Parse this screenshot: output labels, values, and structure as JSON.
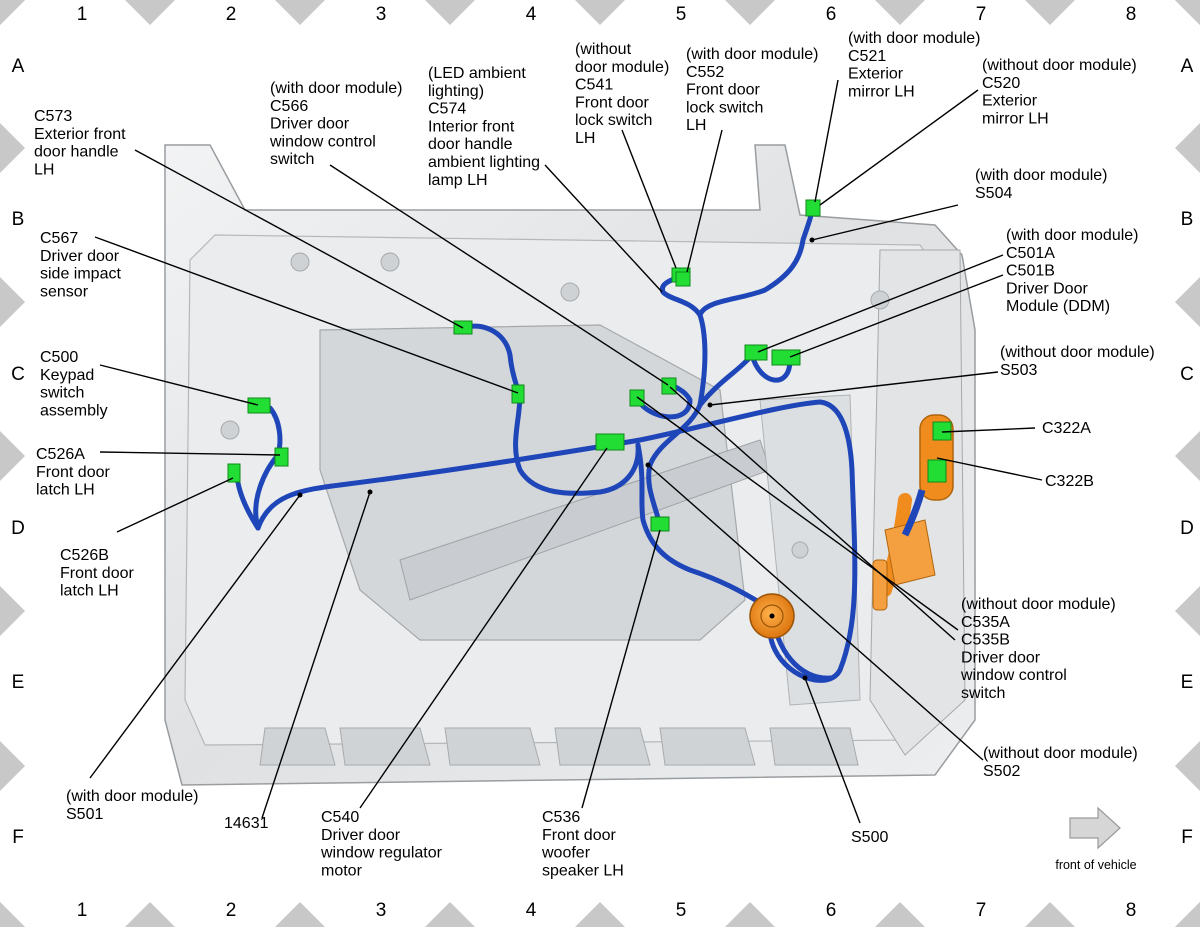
{
  "grid": {
    "columns": [
      "1",
      "2",
      "3",
      "4",
      "5",
      "6",
      "7",
      "8"
    ],
    "rows": [
      "A",
      "B",
      "C",
      "D",
      "E",
      "F"
    ]
  },
  "labels": [
    {
      "id": "c573",
      "lines": [
        "C573",
        "Exterior front",
        "door handle",
        "LH"
      ]
    },
    {
      "id": "c566",
      "lines": [
        "(with door module)",
        "C566",
        "Driver door",
        "window control",
        "switch"
      ]
    },
    {
      "id": "c574",
      "lines": [
        "(LED ambient",
        "lighting)",
        "C574",
        "Interior front",
        "door handle",
        "ambient lighting",
        "lamp LH"
      ]
    },
    {
      "id": "c541",
      "lines": [
        "(without",
        "door module)",
        "C541",
        "Front door",
        "lock switch",
        "LH"
      ]
    },
    {
      "id": "c552",
      "lines": [
        "(with door module)",
        "C552",
        "Front door",
        "lock switch",
        "LH"
      ]
    },
    {
      "id": "c521",
      "lines": [
        "(with door module)",
        "C521",
        "Exterior",
        "mirror LH"
      ]
    },
    {
      "id": "c520",
      "lines": [
        "(without door module)",
        "C520",
        "Exterior",
        "mirror LH"
      ]
    },
    {
      "id": "s504",
      "lines": [
        "(with door module)",
        "S504"
      ]
    },
    {
      "id": "c501",
      "lines": [
        "(with door module)",
        "C501A",
        "C501B",
        "Driver Door",
        "Module (DDM)"
      ]
    },
    {
      "id": "c567",
      "lines": [
        "C567",
        "Driver door",
        "side impact",
        "sensor"
      ]
    },
    {
      "id": "s503",
      "lines": [
        "(without door module)",
        "S503"
      ]
    },
    {
      "id": "c500",
      "lines": [
        "C500",
        "Keypad",
        "switch",
        "assembly"
      ]
    },
    {
      "id": "c322a",
      "lines": [
        "C322A"
      ]
    },
    {
      "id": "c322b",
      "lines": [
        "C322B"
      ]
    },
    {
      "id": "c526a",
      "lines": [
        "C526A",
        "Front door",
        "latch LH"
      ]
    },
    {
      "id": "c526b",
      "lines": [
        "C526B",
        "Front door",
        "latch LH"
      ]
    },
    {
      "id": "c535",
      "lines": [
        "(without door module)",
        "C535A",
        "C535B",
        "Driver door",
        "window control",
        "switch"
      ]
    },
    {
      "id": "s502",
      "lines": [
        "(without door module)",
        "S502"
      ]
    },
    {
      "id": "s501",
      "lines": [
        "(with door module)",
        "S501"
      ]
    },
    {
      "id": "p14631",
      "lines": [
        "14631"
      ]
    },
    {
      "id": "c540",
      "lines": [
        "C540",
        "Driver door",
        "window regulator",
        "motor"
      ]
    },
    {
      "id": "c536",
      "lines": [
        "C536",
        "Front door",
        "woofer",
        "speaker LH"
      ]
    },
    {
      "id": "s500",
      "lines": [
        "S500"
      ]
    }
  ],
  "front_of_vehicle": "front of vehicle",
  "colors": {
    "harness": "#1f46b8",
    "connector": "#22dd33",
    "speaker": "#f08c1e",
    "door_panel": "#e4e6e8",
    "grid_marker": "#c8c8c8"
  }
}
